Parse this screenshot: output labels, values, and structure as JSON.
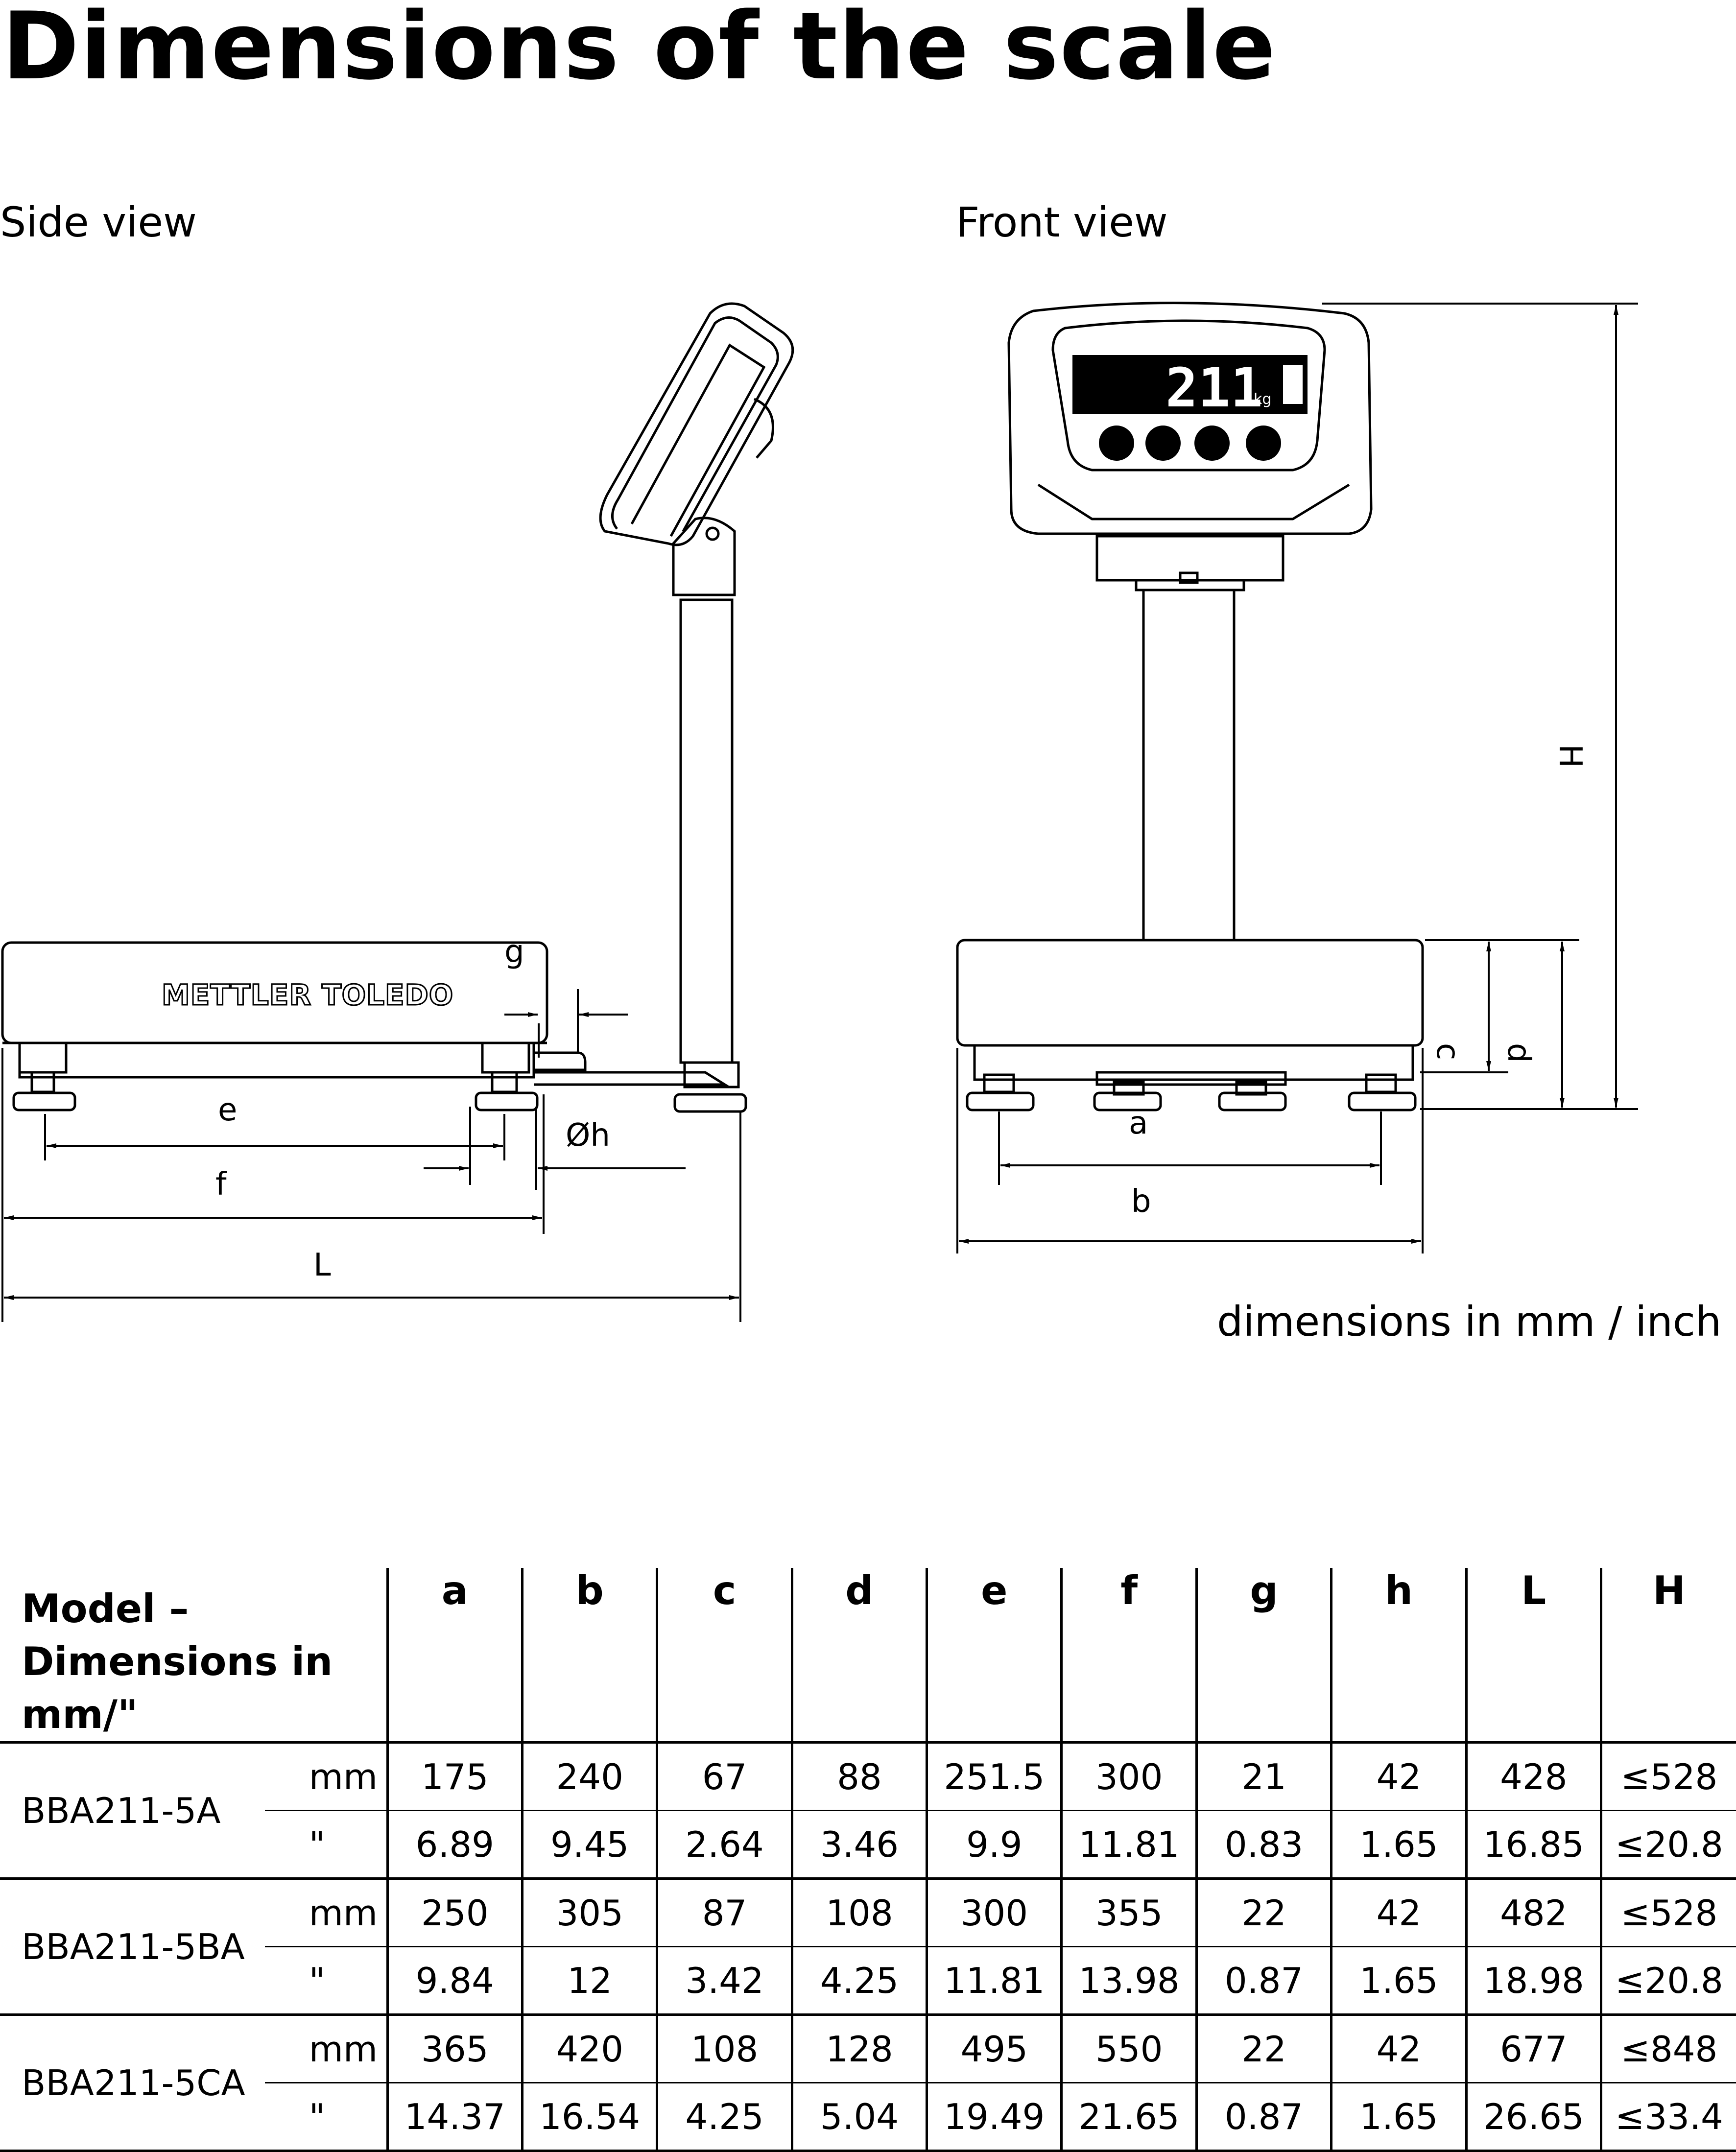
{
  "title": "Dimensions of the scale",
  "views": {
    "side": "Side view",
    "front": "Front view"
  },
  "drawing_labels": {
    "logo": "METTLER TOLEDO",
    "display_value": "211",
    "display_unit": "kg",
    "g": "g",
    "e": "e",
    "f": "f",
    "h": "Øh",
    "L": "L",
    "H": "H",
    "a": "a",
    "b": "b",
    "c": "c",
    "d": "d"
  },
  "units_note": "dimensions in mm / inch",
  "table": {
    "header_model_line1": "Model –",
    "header_model_line2": "Dimensions in mm/\"",
    "columns": [
      "a",
      "b",
      "c",
      "d",
      "e",
      "f",
      "g",
      "h",
      "L",
      "H"
    ],
    "models": [
      {
        "name": "BBA211-5A",
        "mm_label": "mm",
        "mm": [
          "175",
          "240",
          "67",
          "88",
          "251.5",
          "300",
          "21",
          "42",
          "428",
          "≤528"
        ],
        "in_label": "\"",
        "in": [
          "6.89",
          "9.45",
          "2.64",
          "3.46",
          "9.9",
          "11.81",
          "0.83",
          "1.65",
          "16.85",
          "≤20.8"
        ]
      },
      {
        "name": "BBA211-5BA",
        "mm_label": "mm",
        "mm": [
          "250",
          "305",
          "87",
          "108",
          "300",
          "355",
          "22",
          "42",
          "482",
          "≤528"
        ],
        "in_label": "\"",
        "in": [
          "9.84",
          "12",
          "3.42",
          "4.25",
          "11.81",
          "13.98",
          "0.87",
          "1.65",
          "18.98",
          "≤20.8"
        ]
      },
      {
        "name": "BBA211-5CA",
        "mm_label": "mm",
        "mm": [
          "365",
          "420",
          "108",
          "128",
          "495",
          "550",
          "22",
          "42",
          "677",
          "≤848"
        ],
        "in_label": "\"",
        "in": [
          "14.37",
          "16.54",
          "4.25",
          "5.04",
          "19.49",
          "21.65",
          "0.87",
          "1.65",
          "26.65",
          "≤33.4"
        ]
      }
    ]
  }
}
